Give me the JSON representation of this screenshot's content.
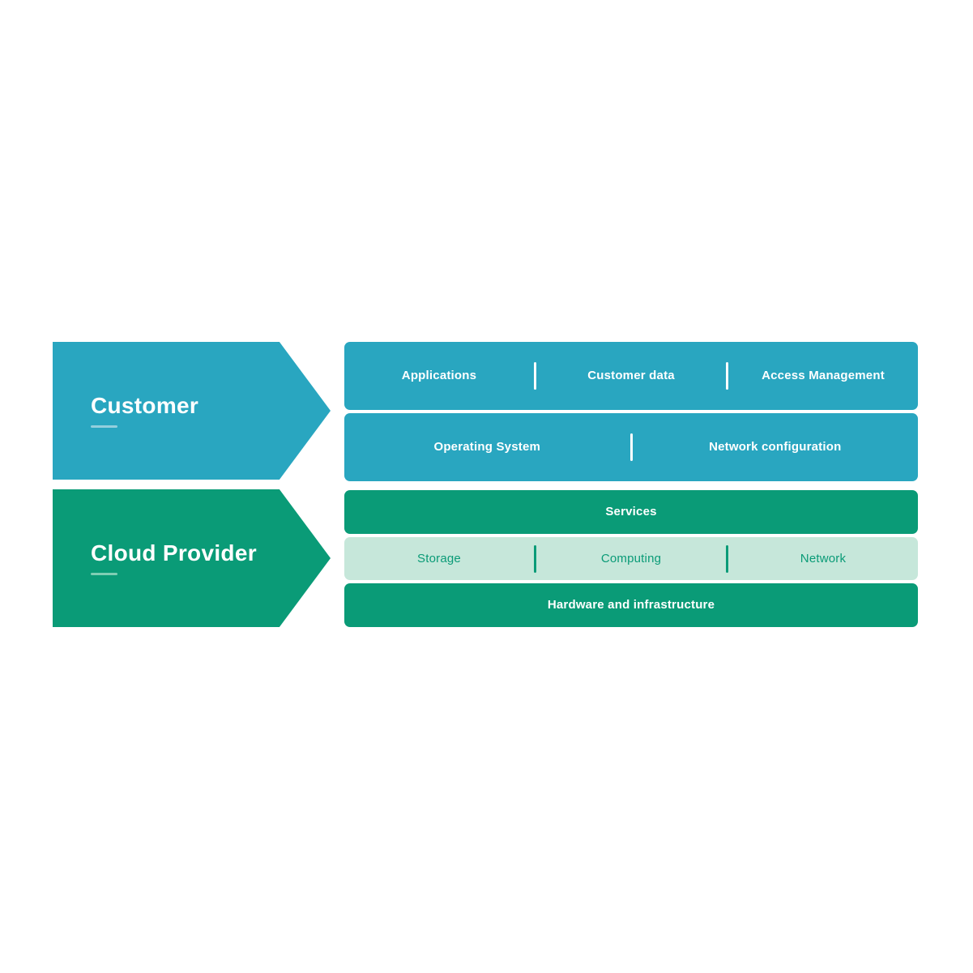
{
  "colors": {
    "teal": "#29a6c0",
    "green": "#0a9b77",
    "light_green": "#c6e7da",
    "white": "#ffffff",
    "customer_underline": "#93cfdd",
    "provider_underline": "#7fceb4"
  },
  "sections": {
    "customer": {
      "label": "Customer",
      "rows": [
        {
          "cells": [
            "Applications",
            "Customer data",
            "Access Management"
          ]
        },
        {
          "cells": [
            "Operating System",
            "Network configuration"
          ]
        }
      ]
    },
    "provider": {
      "label": "Cloud Provider",
      "rows": [
        {
          "cells": [
            "Services"
          ]
        },
        {
          "cells": [
            "Storage",
            "Computing",
            "Network"
          ]
        },
        {
          "cells": [
            "Hardware and infrastructure"
          ]
        }
      ]
    }
  }
}
